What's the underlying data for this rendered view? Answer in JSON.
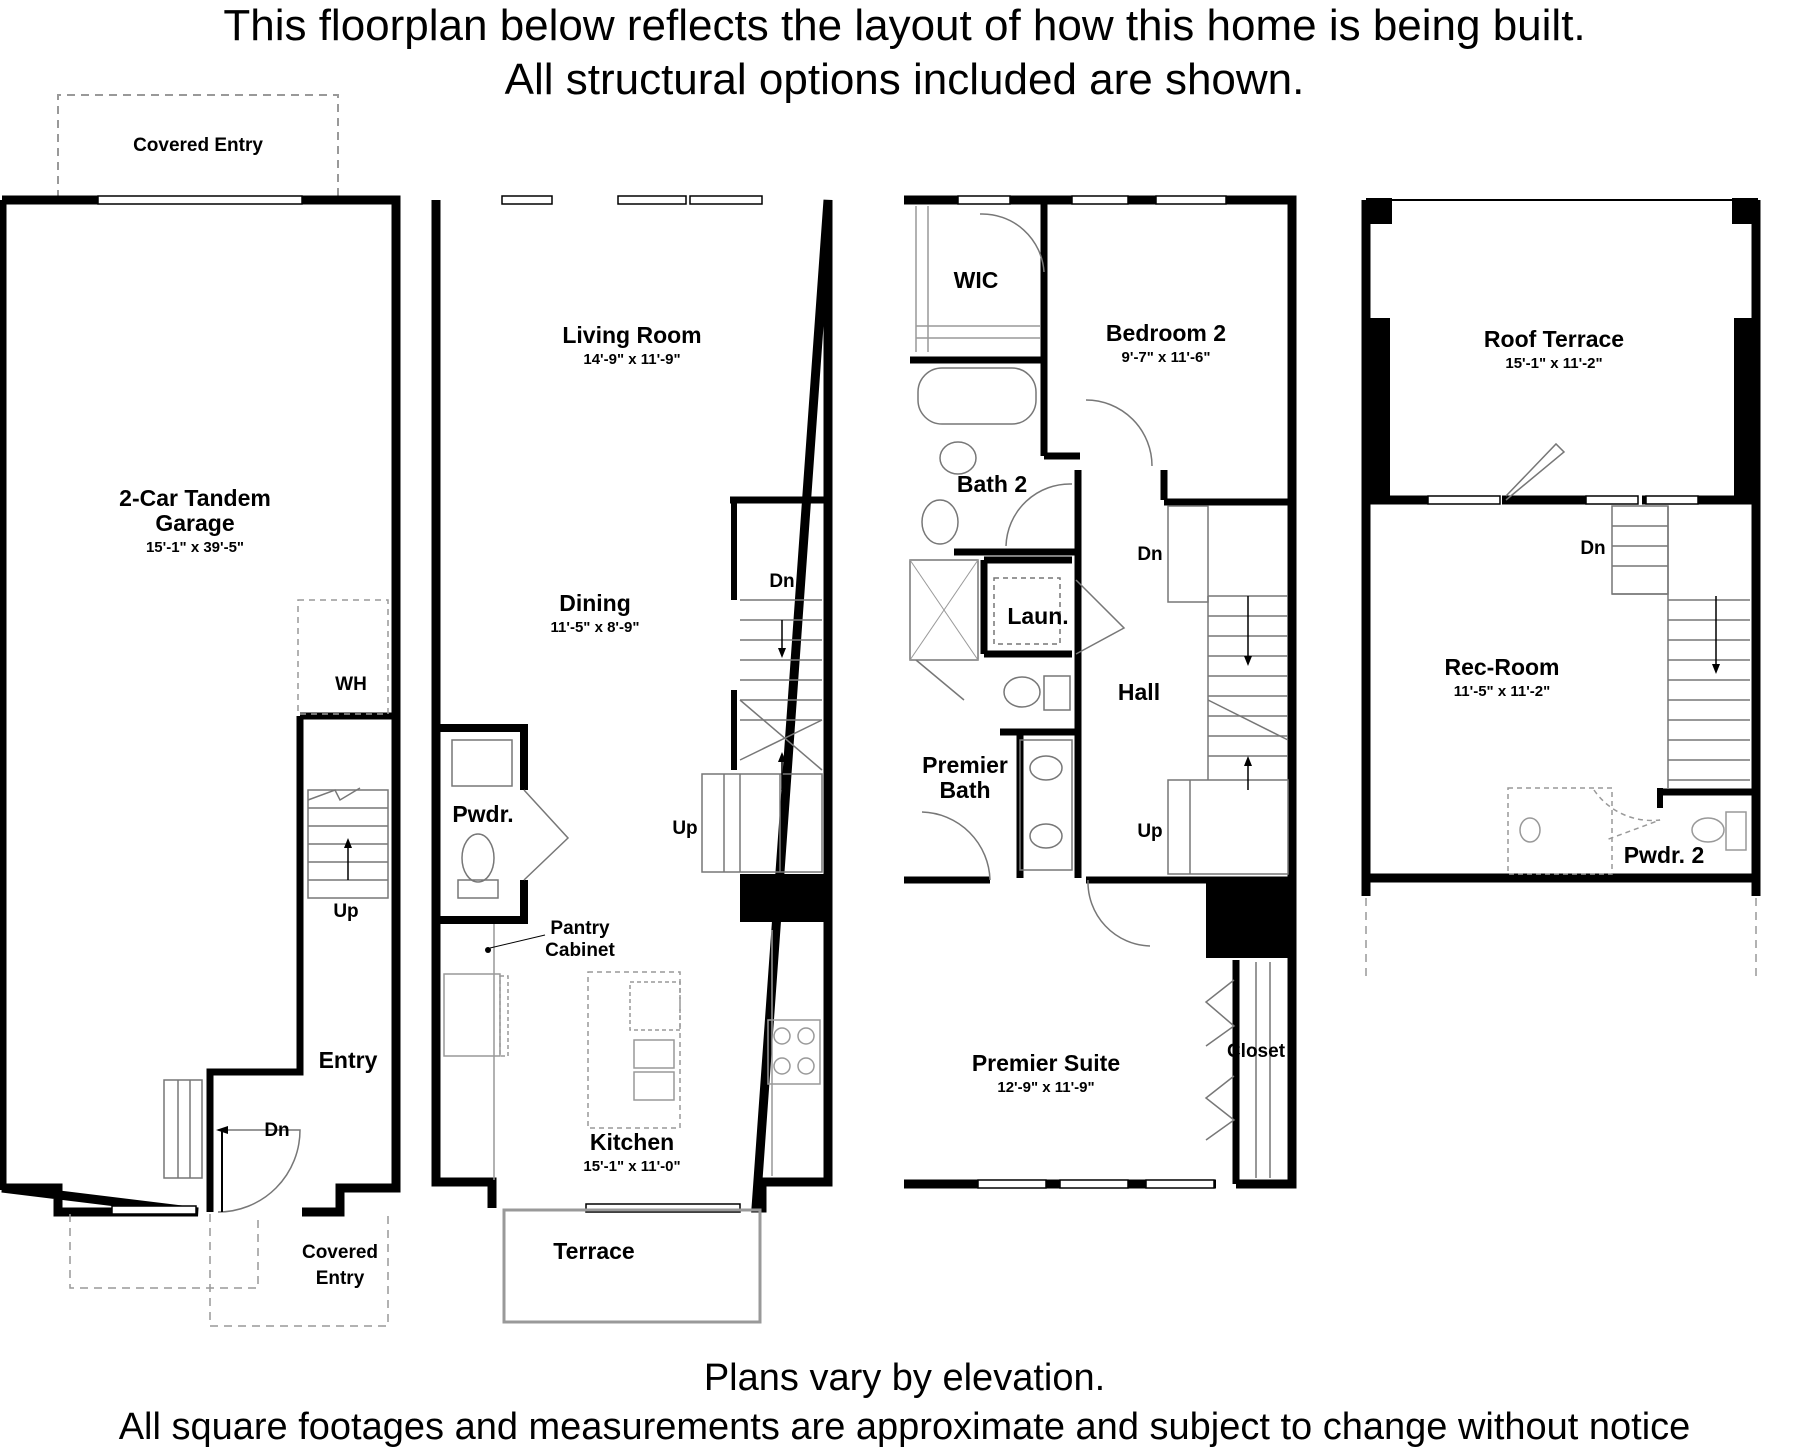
{
  "header": {
    "line1": "This floorplan below reflects the layout of how this home is being built.",
    "line2": "All structural options included are shown."
  },
  "footer": {
    "line1": "Plans vary by elevation.",
    "line2": "All square footages and measurements are approximate and subject to change without notice"
  },
  "floor1": {
    "covered_entry_top": "Covered Entry",
    "garage_name_1": "2-Car Tandem",
    "garage_name_2": "Garage",
    "garage_dims": "15'-1\" x 39'-5\"",
    "wh": "WH",
    "up": "Up",
    "entry": "Entry",
    "dn": "Dn",
    "covered_entry_bottom_1": "Covered",
    "covered_entry_bottom_2": "Entry"
  },
  "floor2": {
    "living_name": "Living Room",
    "living_dims": "14'-9\" x 11'-9\"",
    "dining_name": "Dining",
    "dining_dims": "11'-5\" x 8'-9\"",
    "dn": "Dn",
    "up": "Up",
    "pwdr": "Pwdr.",
    "pantry_1": "Pantry",
    "pantry_2": "Cabinet",
    "kitchen_name": "Kitchen",
    "kitchen_dims": "15'-1\" x 11'-0\"",
    "terrace": "Terrace"
  },
  "floor3": {
    "wic": "WIC",
    "bedroom2_name": "Bedroom 2",
    "bedroom2_dims": "9'-7\" x 11'-6\"",
    "bath2": "Bath 2",
    "dn": "Dn",
    "laun": "Laun.",
    "hall": "Hall",
    "premier_bath_1": "Premier",
    "premier_bath_2": "Bath",
    "up": "Up",
    "premier_suite_name": "Premier Suite",
    "premier_suite_dims": "12'-9\" x 11'-9\"",
    "closet": "Closet"
  },
  "floor4": {
    "roof_terrace_name": "Roof Terrace",
    "roof_terrace_dims": "15'-1\" x 11'-2\"",
    "dn": "Dn",
    "rec_room_name": "Rec-Room",
    "rec_room_dims": "11'-5\" x 11'-2\"",
    "pwdr2": "Pwdr. 2"
  }
}
